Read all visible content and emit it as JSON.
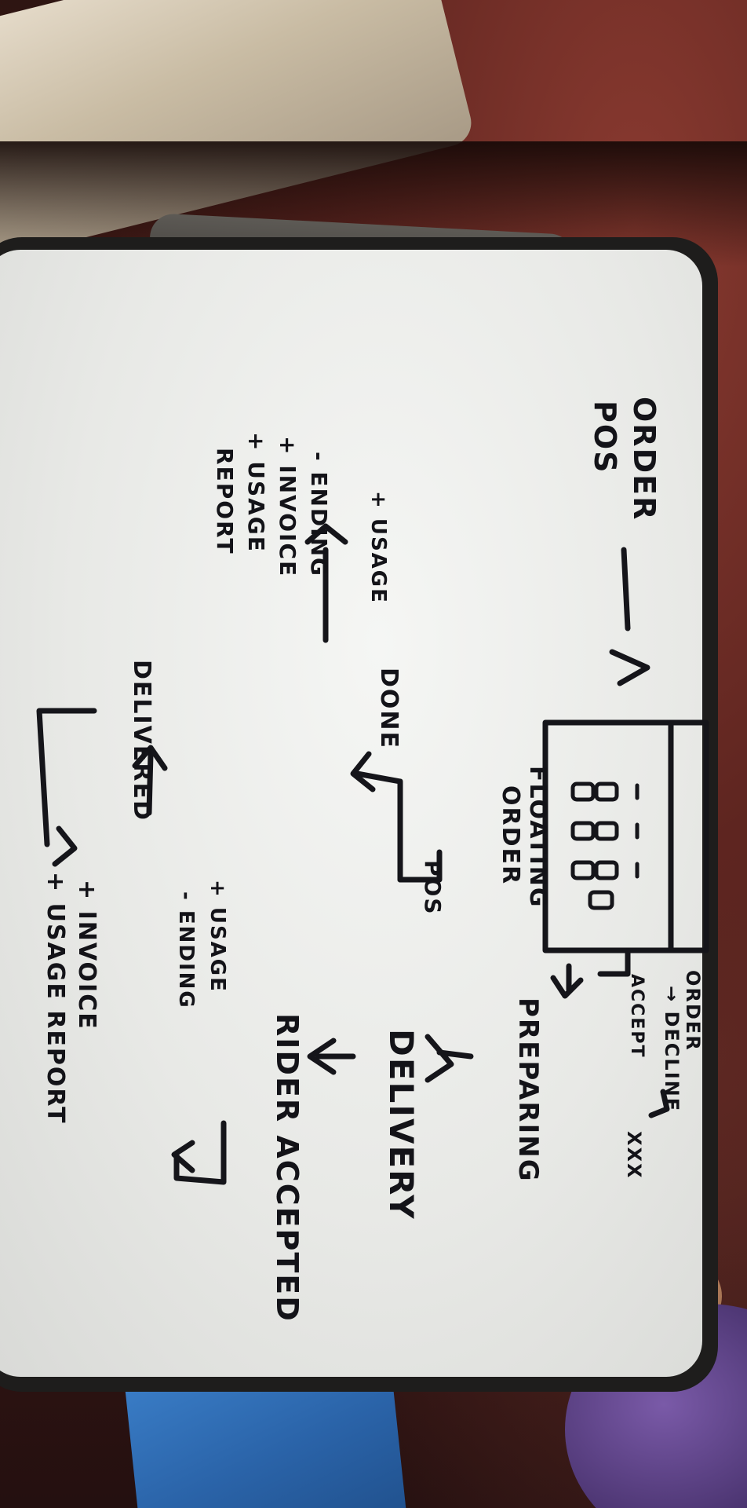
{
  "whiteboard": {
    "order_pos": [
      "ORDER",
      "POS"
    ],
    "floating_order": [
      "FLOATING",
      "ORDER"
    ],
    "order_decline": [
      "ORDER",
      "→ DECLINE"
    ],
    "accept": "ACCEPT",
    "xxx": "XXX",
    "preparing": "PREPARING",
    "delivery": "DELIVERY",
    "rider_accepted": "RIDER ACCEPTED",
    "pos": "POS",
    "done": "DONE",
    "left_notes": [
      "+ USAGE",
      "- ENDING",
      "+ INVOICE",
      "+ USAGE",
      "REPORT"
    ],
    "right_notes": [
      "+ USAGE",
      "- ENDING"
    ],
    "delivered": "DELIVERED",
    "bottom_notes": [
      "+ INVOICE",
      "+ USAGE REPORT"
    ]
  }
}
